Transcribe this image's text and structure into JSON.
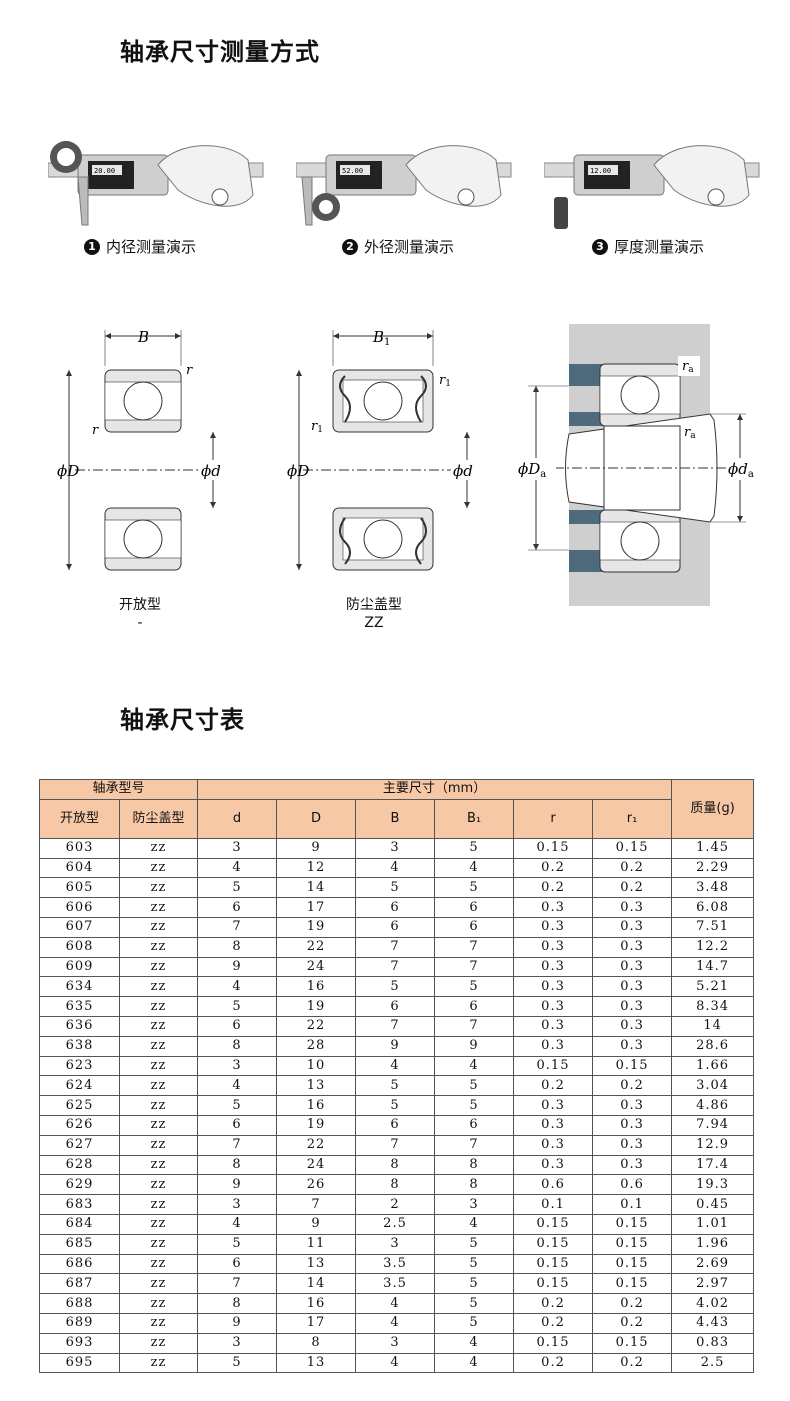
{
  "section1_title": "轴承尺寸测量方式",
  "demos": [
    {
      "num": "1",
      "label": "内径测量演示",
      "reading": "20.00"
    },
    {
      "num": "2",
      "label": "外径测量演示",
      "reading": "52.00"
    },
    {
      "num": "3",
      "label": "厚度测量演示",
      "reading": "12.00"
    }
  ],
  "diagrams": {
    "open": {
      "label": "开放型",
      "code": "-",
      "B": "B",
      "r": "r",
      "D": "ϕD",
      "d": "ϕd"
    },
    "shield": {
      "label": "防尘盖型",
      "code": "ZZ",
      "B": "B",
      "B_sub": "1",
      "r": "r",
      "r_sub": "1",
      "D": "ϕD",
      "d": "ϕd"
    },
    "mount": {
      "ra": "r",
      "ra_sub": "a",
      "Da": "ϕD",
      "Da_sub": "a",
      "da": "ϕd",
      "da_sub": "a"
    }
  },
  "section2_title": "轴承尺寸表",
  "table": {
    "header_group": "轴承型号",
    "header_open": "开放型",
    "header_shield": "防尘盖型",
    "header_main": "主要尺寸（mm）",
    "header_mass": "质量(g)",
    "cols": [
      "d",
      "D",
      "B",
      "B₁",
      "r",
      "r₁"
    ],
    "rows": [
      [
        "603",
        "zz",
        "3",
        "9",
        "3",
        "5",
        "0.15",
        "0.15",
        "1.45"
      ],
      [
        "604",
        "zz",
        "4",
        "12",
        "4",
        "4",
        "0.2",
        "0.2",
        "2.29"
      ],
      [
        "605",
        "zz",
        "5",
        "14",
        "5",
        "5",
        "0.2",
        "0.2",
        "3.48"
      ],
      [
        "606",
        "zz",
        "6",
        "17",
        "6",
        "6",
        "0.3",
        "0.3",
        "6.08"
      ],
      [
        "607",
        "zz",
        "7",
        "19",
        "6",
        "6",
        "0.3",
        "0.3",
        "7.51"
      ],
      [
        "608",
        "zz",
        "8",
        "22",
        "7",
        "7",
        "0.3",
        "0.3",
        "12.2"
      ],
      [
        "609",
        "zz",
        "9",
        "24",
        "7",
        "7",
        "0.3",
        "0.3",
        "14.7"
      ],
      [
        "634",
        "zz",
        "4",
        "16",
        "5",
        "5",
        "0.3",
        "0.3",
        "5.21"
      ],
      [
        "635",
        "zz",
        "5",
        "19",
        "6",
        "6",
        "0.3",
        "0.3",
        "8.34"
      ],
      [
        "636",
        "zz",
        "6",
        "22",
        "7",
        "7",
        "0.3",
        "0.3",
        "14"
      ],
      [
        "638",
        "zz",
        "8",
        "28",
        "9",
        "9",
        "0.3",
        "0.3",
        "28.6"
      ],
      [
        "623",
        "zz",
        "3",
        "10",
        "4",
        "4",
        "0.15",
        "0.15",
        "1.66"
      ],
      [
        "624",
        "zz",
        "4",
        "13",
        "5",
        "5",
        "0.2",
        "0.2",
        "3.04"
      ],
      [
        "625",
        "zz",
        "5",
        "16",
        "5",
        "5",
        "0.3",
        "0.3",
        "4.86"
      ],
      [
        "626",
        "zz",
        "6",
        "19",
        "6",
        "6",
        "0.3",
        "0.3",
        "7.94"
      ],
      [
        "627",
        "zz",
        "7",
        "22",
        "7",
        "7",
        "0.3",
        "0.3",
        "12.9"
      ],
      [
        "628",
        "zz",
        "8",
        "24",
        "8",
        "8",
        "0.3",
        "0.3",
        "17.4"
      ],
      [
        "629",
        "zz",
        "9",
        "26",
        "8",
        "8",
        "0.6",
        "0.6",
        "19.3"
      ],
      [
        "683",
        "zz",
        "3",
        "7",
        "2",
        "3",
        "0.1",
        "0.1",
        "0.45"
      ],
      [
        "684",
        "zz",
        "4",
        "9",
        "2.5",
        "4",
        "0.15",
        "0.15",
        "1.01"
      ],
      [
        "685",
        "zz",
        "5",
        "11",
        "3",
        "5",
        "0.15",
        "0.15",
        "1.96"
      ],
      [
        "686",
        "zz",
        "6",
        "13",
        "3.5",
        "5",
        "0.15",
        "0.15",
        "2.69"
      ],
      [
        "687",
        "zz",
        "7",
        "14",
        "3.5",
        "5",
        "0.15",
        "0.15",
        "2.97"
      ],
      [
        "688",
        "zz",
        "8",
        "16",
        "4",
        "5",
        "0.2",
        "0.2",
        "4.02"
      ],
      [
        "689",
        "zz",
        "9",
        "17",
        "4",
        "5",
        "0.2",
        "0.2",
        "4.43"
      ],
      [
        "693",
        "zz",
        "3",
        "8",
        "3",
        "4",
        "0.15",
        "0.15",
        "0.83"
      ],
      [
        "695",
        "zz",
        "5",
        "13",
        "4",
        "4",
        "0.2",
        "0.2",
        "2.5"
      ]
    ]
  }
}
